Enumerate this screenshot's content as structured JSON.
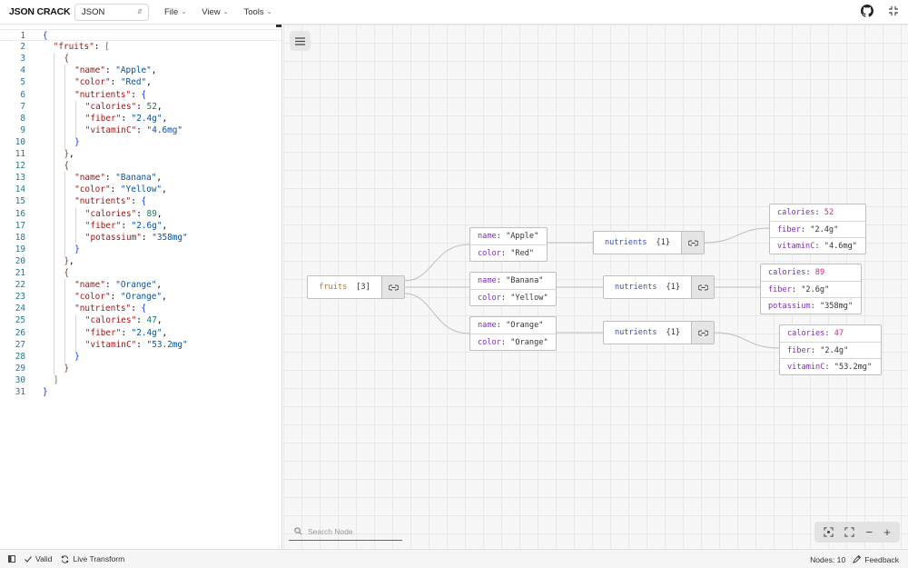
{
  "header": {
    "logo": "JSON CRACK",
    "format": "JSON",
    "menus": [
      "File",
      "View",
      "Tools"
    ]
  },
  "editor": {
    "lines": [
      {
        "n": "1",
        "indent": 0,
        "t": [
          [
            "p",
            "{"
          ]
        ]
      },
      {
        "n": "2",
        "indent": 1,
        "t": [
          [
            "k",
            "\"fruits\""
          ],
          [
            "x",
            ": "
          ],
          [
            "p2",
            "["
          ]
        ]
      },
      {
        "n": "3",
        "indent": 2,
        "t": [
          [
            "p3",
            "{"
          ]
        ]
      },
      {
        "n": "4",
        "indent": 3,
        "t": [
          [
            "k",
            "\"name\""
          ],
          [
            "x",
            ": "
          ],
          [
            "s",
            "\"Apple\""
          ],
          [
            "x",
            ","
          ]
        ]
      },
      {
        "n": "5",
        "indent": 3,
        "t": [
          [
            "k",
            "\"color\""
          ],
          [
            "x",
            ": "
          ],
          [
            "s",
            "\"Red\""
          ],
          [
            "x",
            ","
          ]
        ]
      },
      {
        "n": "6",
        "indent": 3,
        "t": [
          [
            "k",
            "\"nutrients\""
          ],
          [
            "x",
            ": "
          ],
          [
            "p",
            "{"
          ]
        ]
      },
      {
        "n": "7",
        "indent": 4,
        "t": [
          [
            "k",
            "\"calories\""
          ],
          [
            "x",
            ": "
          ],
          [
            "n",
            "52"
          ],
          [
            "x",
            ","
          ]
        ]
      },
      {
        "n": "8",
        "indent": 4,
        "t": [
          [
            "k",
            "\"fiber\""
          ],
          [
            "x",
            ": "
          ],
          [
            "s",
            "\"2.4g\""
          ],
          [
            "x",
            ","
          ]
        ]
      },
      {
        "n": "9",
        "indent": 4,
        "t": [
          [
            "k",
            "\"vitaminC\""
          ],
          [
            "x",
            ": "
          ],
          [
            "s",
            "\"4.6mg\""
          ]
        ]
      },
      {
        "n": "10",
        "indent": 3,
        "t": [
          [
            "p",
            "}"
          ]
        ]
      },
      {
        "n": "11",
        "indent": 2,
        "t": [
          [
            "p3",
            "}"
          ],
          [
            "x",
            ","
          ]
        ]
      },
      {
        "n": "12",
        "indent": 2,
        "t": [
          [
            "p3",
            "{"
          ]
        ]
      },
      {
        "n": "13",
        "indent": 3,
        "t": [
          [
            "k",
            "\"name\""
          ],
          [
            "x",
            ": "
          ],
          [
            "s",
            "\"Banana\""
          ],
          [
            "x",
            ","
          ]
        ]
      },
      {
        "n": "14",
        "indent": 3,
        "t": [
          [
            "k",
            "\"color\""
          ],
          [
            "x",
            ": "
          ],
          [
            "s",
            "\"Yellow\""
          ],
          [
            "x",
            ","
          ]
        ]
      },
      {
        "n": "15",
        "indent": 3,
        "t": [
          [
            "k",
            "\"nutrients\""
          ],
          [
            "x",
            ": "
          ],
          [
            "p",
            "{"
          ]
        ]
      },
      {
        "n": "16",
        "indent": 4,
        "t": [
          [
            "k",
            "\"calories\""
          ],
          [
            "x",
            ": "
          ],
          [
            "n",
            "89"
          ],
          [
            "x",
            ","
          ]
        ]
      },
      {
        "n": "17",
        "indent": 4,
        "t": [
          [
            "k",
            "\"fiber\""
          ],
          [
            "x",
            ": "
          ],
          [
            "s",
            "\"2.6g\""
          ],
          [
            "x",
            ","
          ]
        ]
      },
      {
        "n": "18",
        "indent": 4,
        "t": [
          [
            "k",
            "\"potassium\""
          ],
          [
            "x",
            ": "
          ],
          [
            "s",
            "\"358mg\""
          ]
        ]
      },
      {
        "n": "19",
        "indent": 3,
        "t": [
          [
            "p",
            "}"
          ]
        ]
      },
      {
        "n": "20",
        "indent": 2,
        "t": [
          [
            "p3",
            "}"
          ],
          [
            "x",
            ","
          ]
        ]
      },
      {
        "n": "21",
        "indent": 2,
        "t": [
          [
            "p3",
            "{"
          ]
        ]
      },
      {
        "n": "22",
        "indent": 3,
        "t": [
          [
            "k",
            "\"name\""
          ],
          [
            "x",
            ": "
          ],
          [
            "s",
            "\"Orange\""
          ],
          [
            "x",
            ","
          ]
        ]
      },
      {
        "n": "23",
        "indent": 3,
        "t": [
          [
            "k",
            "\"color\""
          ],
          [
            "x",
            ": "
          ],
          [
            "s",
            "\"Orange\""
          ],
          [
            "x",
            ","
          ]
        ]
      },
      {
        "n": "24",
        "indent": 3,
        "t": [
          [
            "k",
            "\"nutrients\""
          ],
          [
            "x",
            ": "
          ],
          [
            "p",
            "{"
          ]
        ]
      },
      {
        "n": "25",
        "indent": 4,
        "t": [
          [
            "k",
            "\"calories\""
          ],
          [
            "x",
            ": "
          ],
          [
            "n",
            "47"
          ],
          [
            "x",
            ","
          ]
        ]
      },
      {
        "n": "26",
        "indent": 4,
        "t": [
          [
            "k",
            "\"fiber\""
          ],
          [
            "x",
            ": "
          ],
          [
            "s",
            "\"2.4g\""
          ],
          [
            "x",
            ","
          ]
        ]
      },
      {
        "n": "27",
        "indent": 4,
        "t": [
          [
            "k",
            "\"vitaminC\""
          ],
          [
            "x",
            ": "
          ],
          [
            "s",
            "\"53.2mg\""
          ]
        ]
      },
      {
        "n": "28",
        "indent": 3,
        "t": [
          [
            "p",
            "}"
          ]
        ]
      },
      {
        "n": "29",
        "indent": 2,
        "t": [
          [
            "p3",
            "}"
          ]
        ]
      },
      {
        "n": "30",
        "indent": 1,
        "t": [
          [
            "p2",
            "]"
          ]
        ]
      },
      {
        "n": "31",
        "indent": 0,
        "t": [
          [
            "p",
            "}"
          ]
        ]
      }
    ]
  },
  "graph": {
    "root": {
      "label": "fruits",
      "count": "[3]"
    },
    "items": [
      {
        "key1": "name",
        "val1": "\"Apple\"",
        "key2": "color",
        "val2": "\"Red\""
      },
      {
        "key1": "name",
        "val1": "\"Banana\"",
        "key2": "color",
        "val2": "\"Yellow\""
      },
      {
        "key1": "name",
        "val1": "\"Orange\"",
        "key2": "color",
        "val2": "\"Orange\""
      }
    ],
    "nutrients_label": "nutrients",
    "nutrients_count": "{1}",
    "leaves": [
      [
        {
          "k": "calories",
          "v": "52",
          "num": true
        },
        {
          "k": "fiber",
          "v": "\"2.4g\""
        },
        {
          "k": "vitaminC",
          "v": "\"4.6mg\""
        }
      ],
      [
        {
          "k": "calories",
          "v": "89",
          "num": true
        },
        {
          "k": "fiber",
          "v": "\"2.6g\""
        },
        {
          "k": "potassium",
          "v": "\"358mg\""
        }
      ],
      [
        {
          "k": "calories",
          "v": "47",
          "num": true
        },
        {
          "k": "fiber",
          "v": "\"2.4g\""
        },
        {
          "k": "vitaminC",
          "v": "\"53.2mg\""
        }
      ]
    ]
  },
  "canvas": {
    "search_placeholder": "Search Node"
  },
  "footer": {
    "valid": "Valid",
    "live_transform": "Live Transform",
    "nodes": "Nodes: 10",
    "feedback": "Feedback"
  }
}
